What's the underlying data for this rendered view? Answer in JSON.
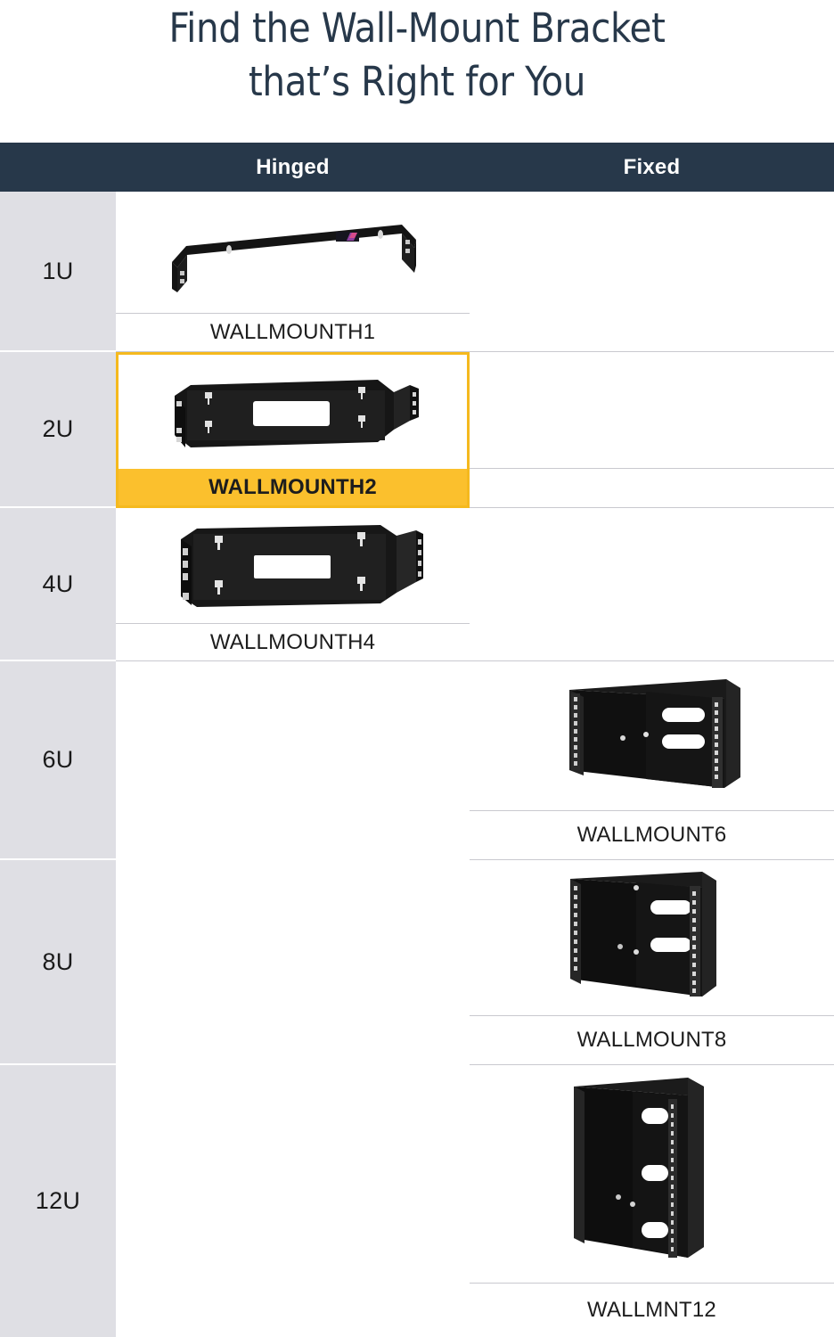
{
  "header": {
    "title_line1": "Find the Wall-Mount Bracket",
    "title_line2": "that’s Right for You"
  },
  "table": {
    "columns": [
      {
        "key": "unit",
        "label": ""
      },
      {
        "key": "hinged",
        "label": "Hinged"
      },
      {
        "key": "fixed",
        "label": "Fixed"
      }
    ],
    "rows": [
      {
        "unit": "1U",
        "hinged": "WALLMOUNTH1",
        "fixed": "",
        "highlight": "none"
      },
      {
        "unit": "2U",
        "hinged": "WALLMOUNTH2",
        "fixed": "",
        "highlight": "hinged"
      },
      {
        "unit": "4U",
        "hinged": "WALLMOUNTH4",
        "fixed": "",
        "highlight": "none"
      },
      {
        "unit": "6U",
        "hinged": "",
        "fixed": "WALLMOUNT6",
        "highlight": "none"
      },
      {
        "unit": "8U",
        "hinged": "",
        "fixed": "WALLMOUNT8",
        "highlight": "none"
      },
      {
        "unit": "12U",
        "hinged": "",
        "fixed": "WALLMNT12",
        "highlight": "none"
      }
    ]
  },
  "colors": {
    "header_bar": "#27384a",
    "title_text": "#27384a",
    "unit_column": "#dfdfe4",
    "highlight_border": "#f5b91e",
    "highlight_fill": "#fbc02d",
    "grid_line": "#c9c9cf",
    "product_black": "#1b1b1b"
  },
  "icons": {
    "bracket_1u": "hinged-bracket-1u-icon",
    "bracket_2u": "hinged-bracket-2u-icon",
    "bracket_4u": "hinged-bracket-4u-icon",
    "bracket_6u": "fixed-bracket-6u-icon",
    "bracket_8u": "fixed-bracket-8u-icon",
    "bracket_12u": "fixed-bracket-12u-icon"
  }
}
